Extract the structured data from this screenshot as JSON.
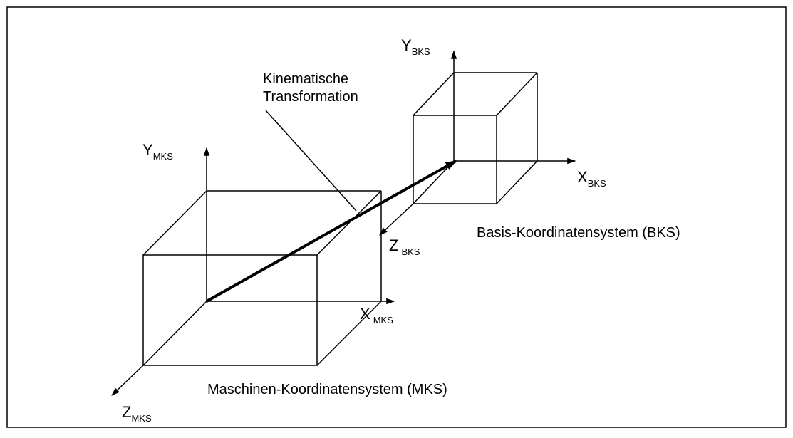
{
  "colors": {
    "stroke": "#000000",
    "background": "#ffffff"
  },
  "transformation": {
    "label_line1": "Kinematische",
    "label_line2": "Transformation"
  },
  "mks": {
    "caption": "Maschinen-Koordinatensystem (MKS)",
    "axes": {
      "x": {
        "main": "X",
        "sub": "MKS"
      },
      "y": {
        "main": "Y",
        "sub": "MKS"
      },
      "z": {
        "main": "Z",
        "sub": "MKS"
      }
    }
  },
  "bks": {
    "caption": "Basis-Koordinatensystem (BKS)",
    "axes": {
      "x": {
        "main": "X",
        "sub": "BKS"
      },
      "y": {
        "main": "Y",
        "sub": "BKS"
      },
      "z": {
        "main": "Z",
        "sub": "BKS"
      }
    }
  }
}
